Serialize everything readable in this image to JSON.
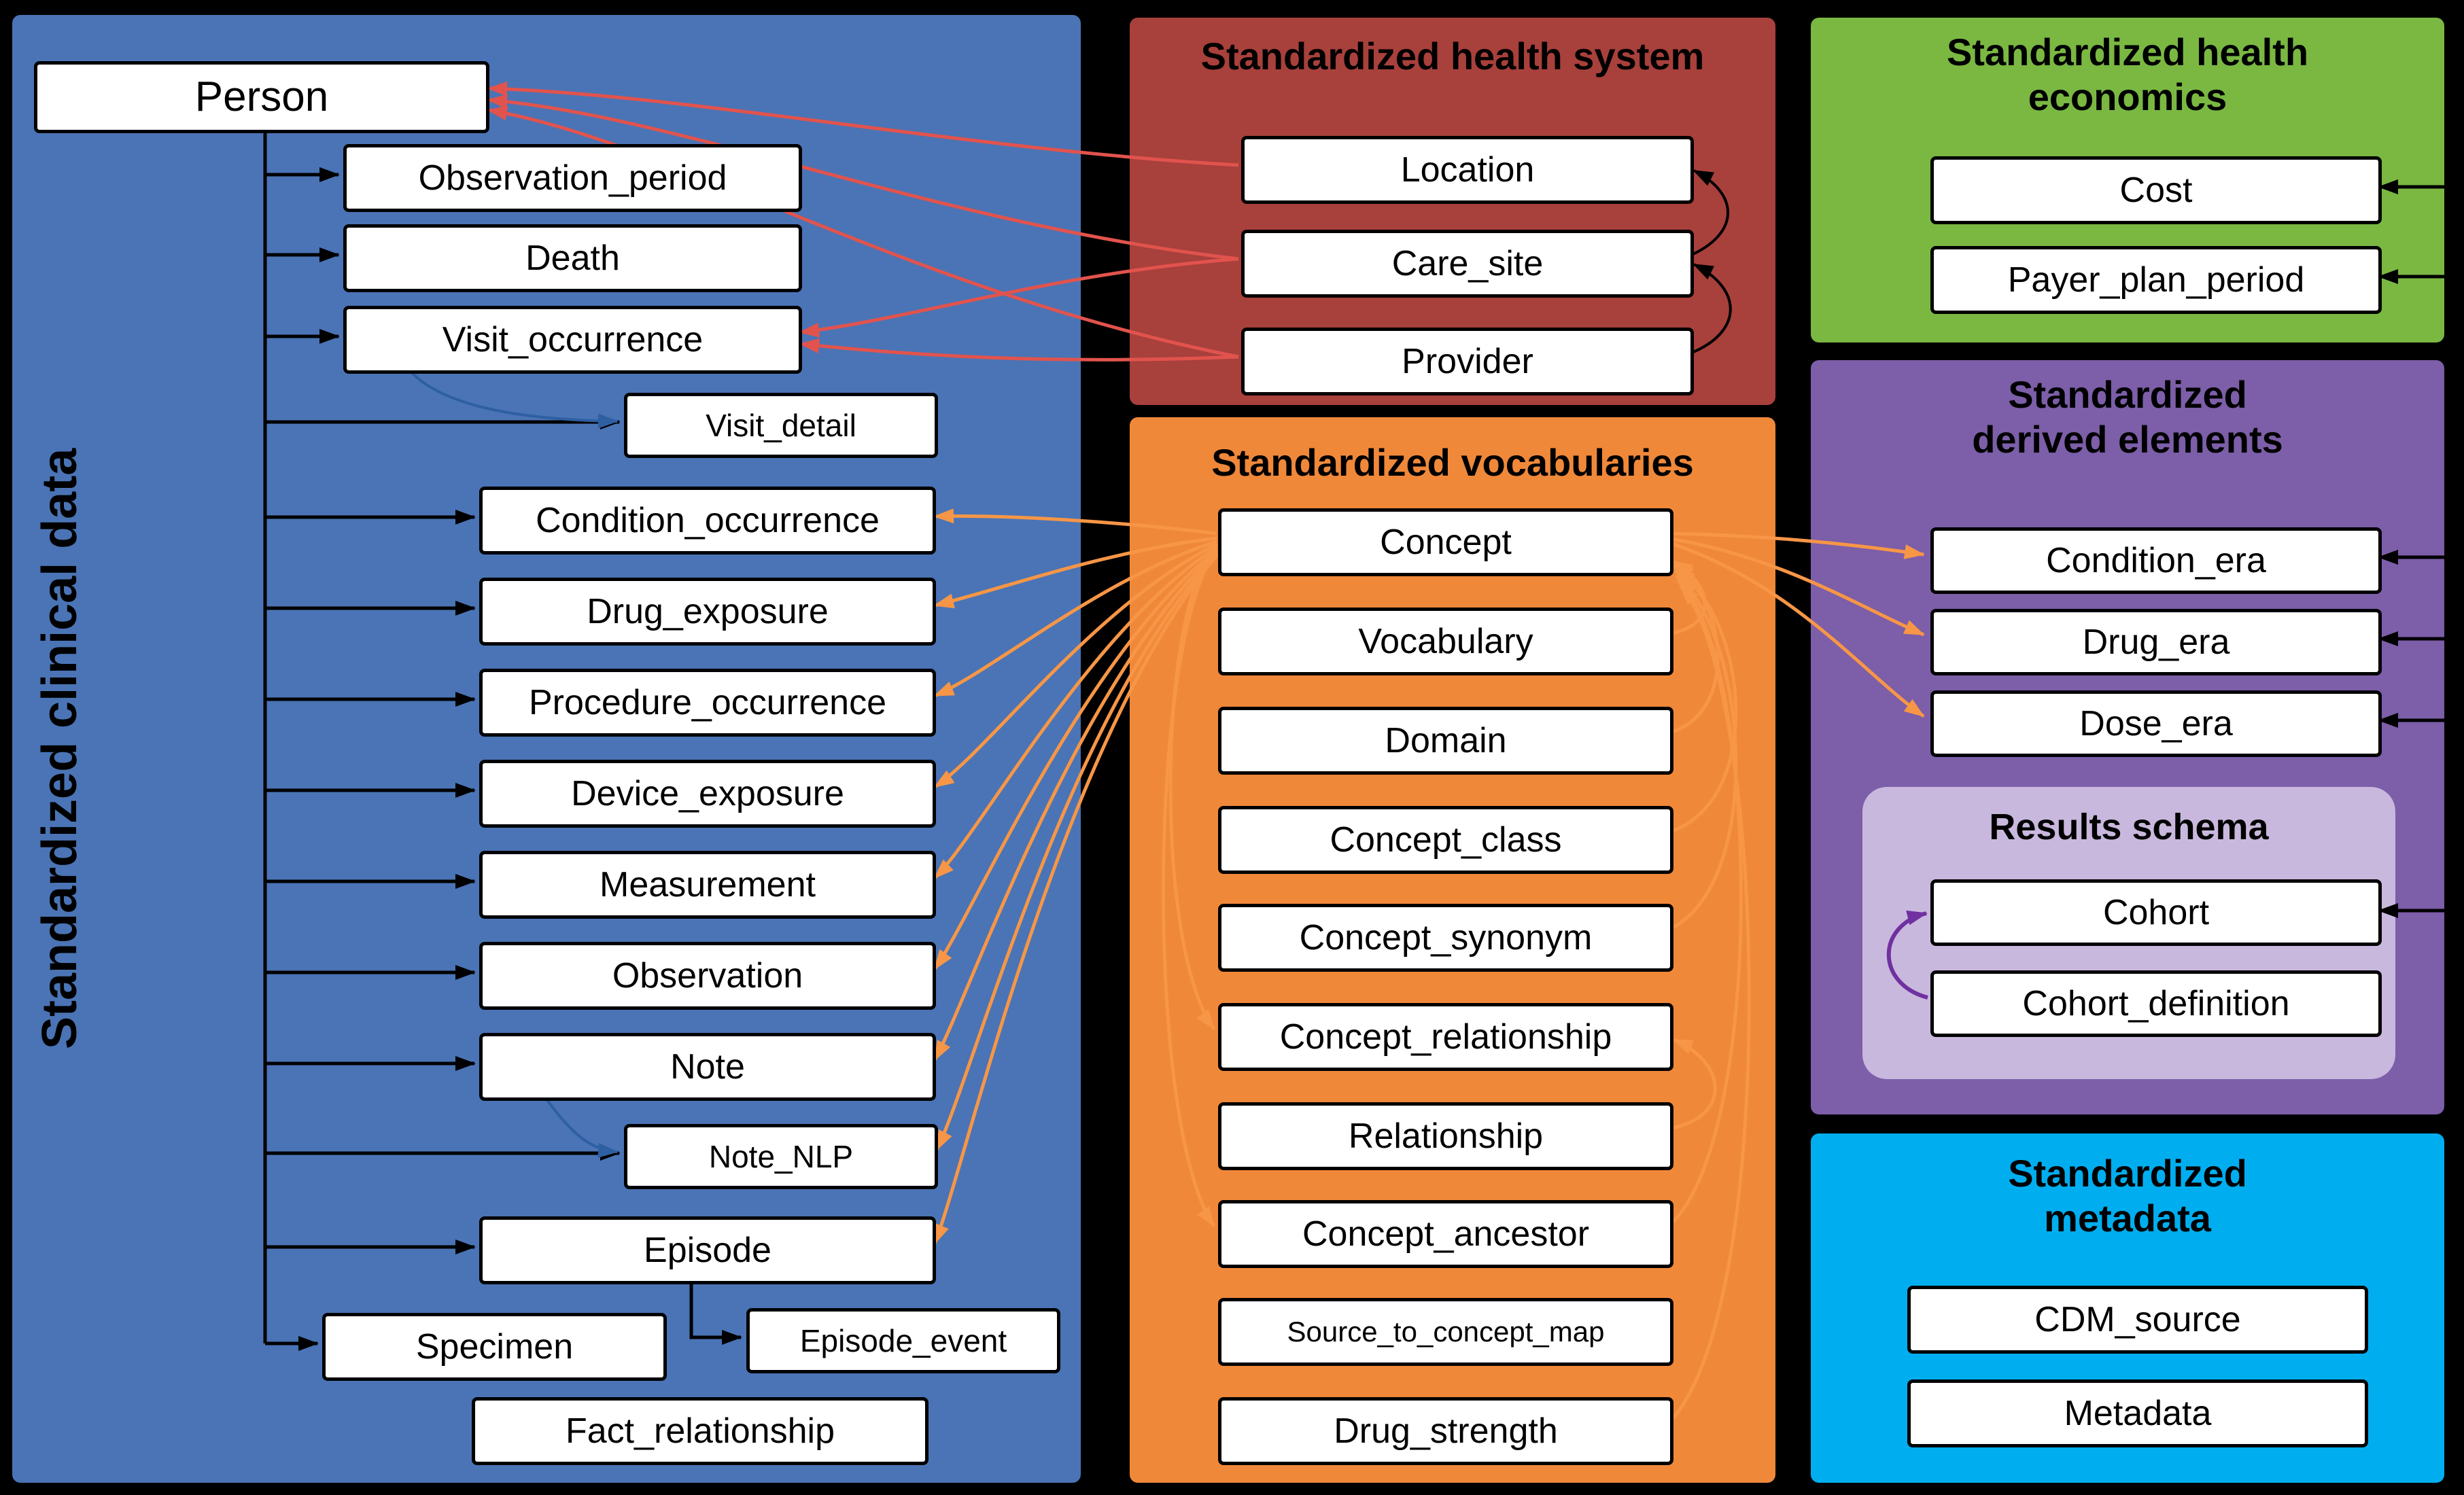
{
  "panels": {
    "clinical": {
      "title": "Standardized clinical data",
      "color": "#4a74b5",
      "tables": [
        "Person",
        "Observation_period",
        "Death",
        "Visit_occurrence",
        "Visit_detail",
        "Condition_occurrence",
        "Drug_exposure",
        "Procedure_occurrence",
        "Device_exposure",
        "Measurement",
        "Observation",
        "Note",
        "Note_NLP",
        "Episode",
        "Specimen",
        "Episode_event",
        "Fact_relationship"
      ]
    },
    "health_system": {
      "title": "Standardized health system",
      "color": "#a8403c",
      "tables": [
        "Location",
        "Care_site",
        "Provider"
      ]
    },
    "vocabularies": {
      "title": "Standardized vocabularies",
      "color": "#f0883a",
      "tables": [
        "Concept",
        "Vocabulary",
        "Domain",
        "Concept_class",
        "Concept_synonym",
        "Concept_relationship",
        "Relationship",
        "Concept_ancestor",
        "Source_to_concept_map",
        "Drug_strength"
      ]
    },
    "health_economics": {
      "title": "Standardized health economics",
      "color": "#7ab842",
      "tables": [
        "Cost",
        "Payer_plan_period"
      ]
    },
    "derived": {
      "title": "Standardized derived elements",
      "color": "#7c5ea9",
      "tables": [
        "Condition_era",
        "Drug_era",
        "Dose_era"
      ],
      "results_schema": {
        "title": "Results schema",
        "color": "#c9b8dd",
        "tables": [
          "Cohort",
          "Cohort_definition"
        ]
      }
    },
    "metadata": {
      "title": "Standardized metadata",
      "color": "#00aeef",
      "tables": [
        "CDM_source",
        "Metadata"
      ]
    }
  },
  "arrow_colors": {
    "tree_links": "#000000",
    "health_system_links": "#e2534d",
    "vocabulary_links": "#f79646",
    "cohort_link": "#7030a0",
    "clinical_sub_links": "#2e5fa3"
  }
}
